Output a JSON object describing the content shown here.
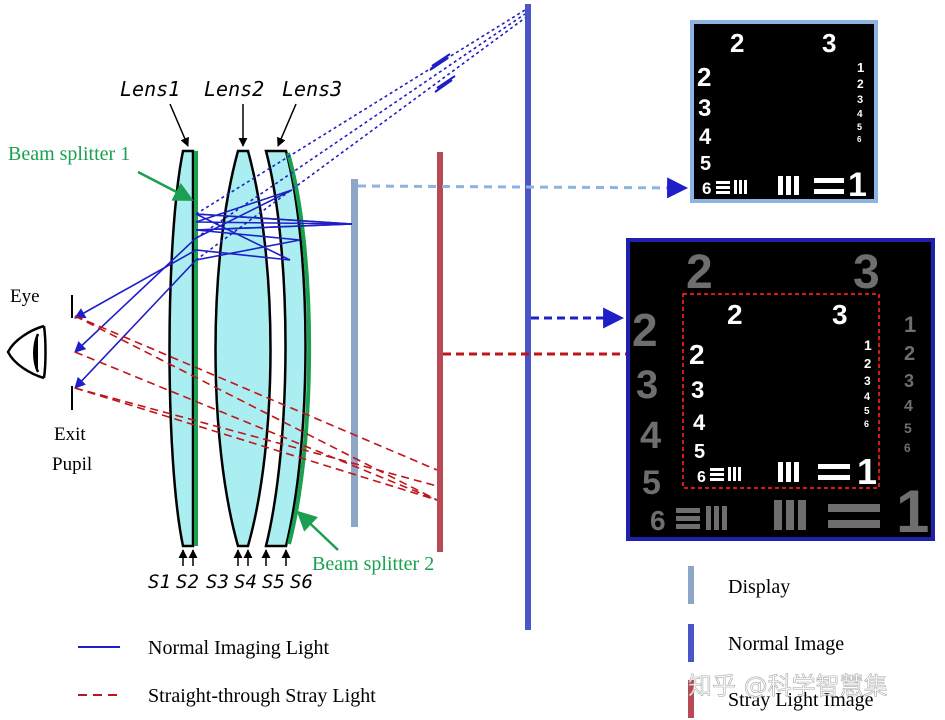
{
  "lens_labels": [
    "Lens1",
    "Lens2",
    "Lens3"
  ],
  "surface_labels": [
    "S1",
    "S2",
    "S3",
    "S4",
    "S5",
    "S6"
  ],
  "beam_splitter_1": "Beam splitter 1",
  "beam_splitter_2": "Beam splitter 2",
  "eye_label": "Eye",
  "exit_label_1": "Exit",
  "exit_label_2": "Pupil",
  "legend_lines": {
    "normal": "Normal Imaging Light",
    "stray": "Straight-through Stray Light"
  },
  "legend_bars": {
    "display": "Display",
    "normal_image": "Normal Image",
    "stray_image": "Stray Light Image"
  },
  "watermark": "知乎 @科学智慧集",
  "test_chart": {
    "top": [
      "2",
      "3"
    ],
    "left": [
      "2",
      "3",
      "4",
      "5",
      "6"
    ],
    "right": [
      "1",
      "2",
      "3",
      "4",
      "5",
      "6"
    ],
    "bottom_right": "1"
  },
  "colors": {
    "normal_light": "#1f1fc8",
    "stray_light": "#c0141a",
    "beam_splitter": "#1aa050",
    "lens_fill": "#aaeef2",
    "display_bar": "#8da6c6",
    "normal_image_bar": "#4a55c8",
    "stray_image_bar": "#b84a55",
    "display_frame": "#8db3e2",
    "normal_frame": "#1f1fb0"
  }
}
